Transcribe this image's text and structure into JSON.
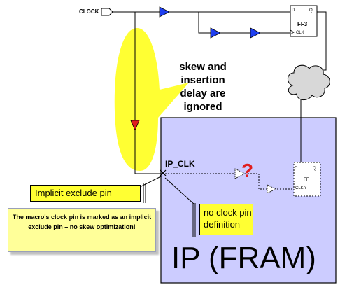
{
  "labels": {
    "clock": "CLOCK",
    "ff3_name": "FF3",
    "ff3_d": "D",
    "ff3_q": "Q",
    "ff3_clk": "CLK",
    "skew_note": "skew and insertion delay are ignored",
    "ip_clk": "IP_CLK",
    "question_mark": "?",
    "ff_name": "FF",
    "ff_d": "D",
    "ff_q": "Q",
    "ff_clkn": "CLKn",
    "implicit_exclude": "Implicit exclude pin",
    "no_clock_pin": "no clock pin definition",
    "macro_note": "The macro's clock pin is marked as an implicit exclude pin – no skew optimization!",
    "ip_title": "IP (FRAM)"
  },
  "colors": {
    "ip_fill": "#ccccff",
    "buffer_fill": "#1f3ff0",
    "highlight": "#ffff33",
    "arrow_red": "#e01e1e",
    "cloud_fill": "#d8d8d8"
  }
}
